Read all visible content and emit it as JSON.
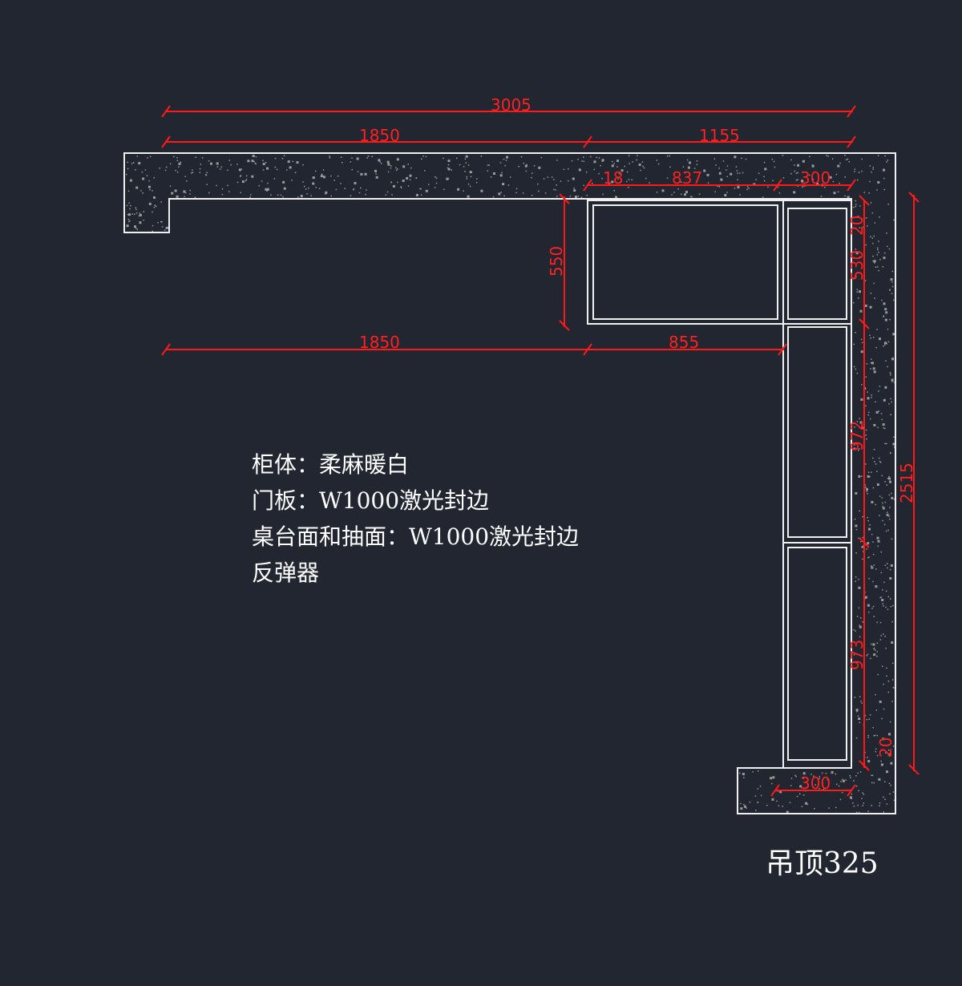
{
  "dimensions": {
    "total_width": "3005",
    "top_left_segment": "1850",
    "top_right_segment": "1155",
    "gap_18": "18",
    "top_cabinet": "837",
    "top_corner": "300",
    "upper_cabinet_height": "550",
    "mid_left_segment": "1850",
    "mid_right_segment": "855",
    "right_top_gap": "20",
    "right_upper": "530",
    "right_middle": "972",
    "right_lower": "973",
    "right_bottom_gap": "20",
    "total_height": "2515",
    "bottom_width": "300"
  },
  "notes": {
    "line1": "柜体：柔麻暖白",
    "line2": "门板：W1000激光封边",
    "line3": "桌台面和抽面：W1000激光封边",
    "line4": "反弹器"
  },
  "ceiling_label": "吊顶325",
  "colors": {
    "background": "#212630",
    "dimension": "#ff1a1a",
    "outline": "#f0f0f0"
  }
}
